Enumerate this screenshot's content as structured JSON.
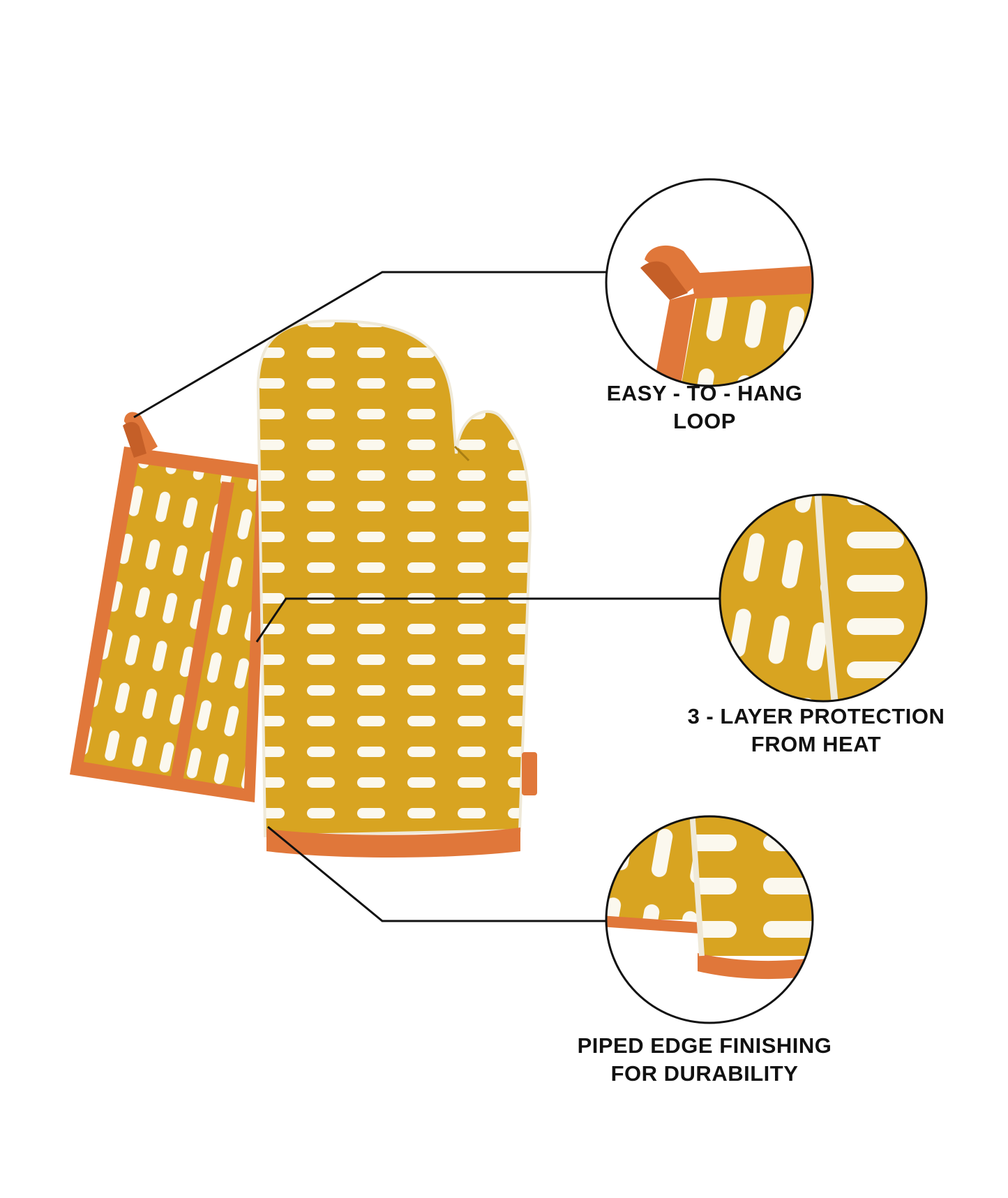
{
  "colors": {
    "fabric_yellow": "#D8A421",
    "dash_white": "#FBF8EE",
    "piping_orange": "#E0773A",
    "outline": "#111111",
    "background": "#FFFFFF"
  },
  "features": [
    {
      "id": "hang-loop",
      "lines": [
        "EASY - TO - HANG",
        "LOOP"
      ]
    },
    {
      "id": "heat-protection",
      "lines": [
        "3 - LAYER PROTECTION",
        "FROM HEAT"
      ]
    },
    {
      "id": "piped-edge",
      "lines": [
        "PIPED EDGE FINISHING",
        "FOR DURABILITY"
      ]
    }
  ]
}
